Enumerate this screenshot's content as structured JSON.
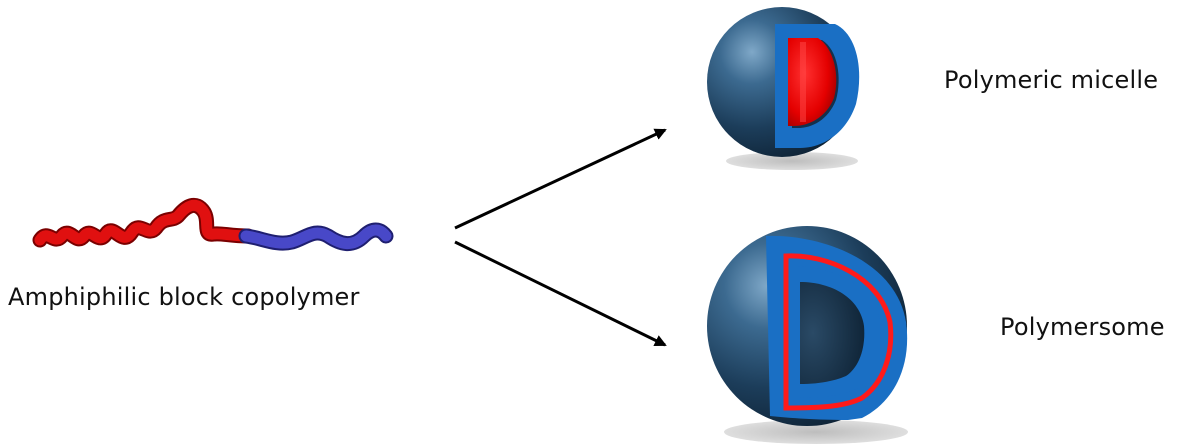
{
  "labels": {
    "copolymer": "Amphiphilic block copolymer",
    "micelle": "Polymeric micelle",
    "polymersome": "Polymersome"
  },
  "colors": {
    "hydrophobic_block": "#e01010",
    "hydrophilic_block": "#4848c8",
    "shell": "#1a6fc4",
    "sphere": "#1b3a54",
    "core": "#ff1a1a",
    "shadow": "#c8c8c8",
    "arrow": "#000000"
  },
  "icons": {
    "copolymer": "chain-icon",
    "micelle": "micelle-sphere-icon",
    "polymersome": "vesicle-sphere-icon",
    "arrows": "arrow-icon"
  }
}
